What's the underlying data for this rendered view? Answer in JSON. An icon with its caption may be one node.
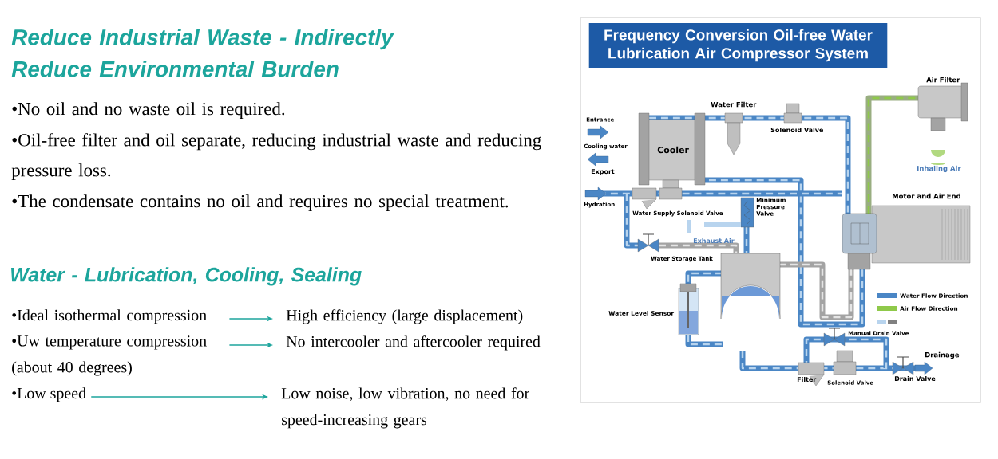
{
  "diagram": {
    "nodes": [
      {
        "text": [
          "Frequency Conversion Oil-free Water Lubrication Air Compressor System"
        ]
      },
      {
        "text": [
          "•Ideal isothermal compression"
        ]
      },
      {
        "text": [
          "High efficiency (large displacement)"
        ]
      },
      {
        "text": [
          "•Uw temperature compression (about 40 degrees)"
        ]
      },
      {
        "text": [
          "No intercooler and aftercooler required"
        ]
      },
      {
        "text": [
          "•Low speed"
        ]
      },
      {
        "text": [
          "Low noise, low vibration, no need for speed-increasing gears"
        ]
      }
    ],
    "edges": [
      {
        "from": 1,
        "to": 2,
        "arrow": "to"
      },
      {
        "from": 3,
        "to": 4,
        "arrow": "to"
      },
      {
        "from": 5,
        "to": 6,
        "arrow": "to"
      }
    ],
    "labels": [
      "Reduce Industrial Waste - Indirectly Reduce Environmental Burden",
      "•No oil and no waste oil is required.",
      "•Oil-free filter and oil separate, reducing industrial waste and reducing pressure loss.",
      "•The condensate contains no oil and requires no special treatment.",
      "Water - Lubrication, Cooling, Sealing",
      "Air Filter",
      "Water Filter",
      "Entrance",
      "Solenoid Valve",
      "Cooling water",
      "Cooler",
      "Export",
      "Inhaling Air",
      "Motor and Air End",
      "Hydration",
      "Water Supply Solenoid Valve",
      "Minimum Pressure Valve",
      "Exhaust Air",
      "Water Storage Tank",
      "Water Level Sensor",
      "Manual Drain Valve",
      "Drainage",
      "Filter",
      "Solenoid Valve",
      "Drain Valve"
    ],
    "legend": [
      {
        "text": "Water Flow Direction",
        "color": "#4a86c5"
      },
      {
        "text": "Air Flow Direction",
        "color": "#8fc94a"
      }
    ]
  }
}
